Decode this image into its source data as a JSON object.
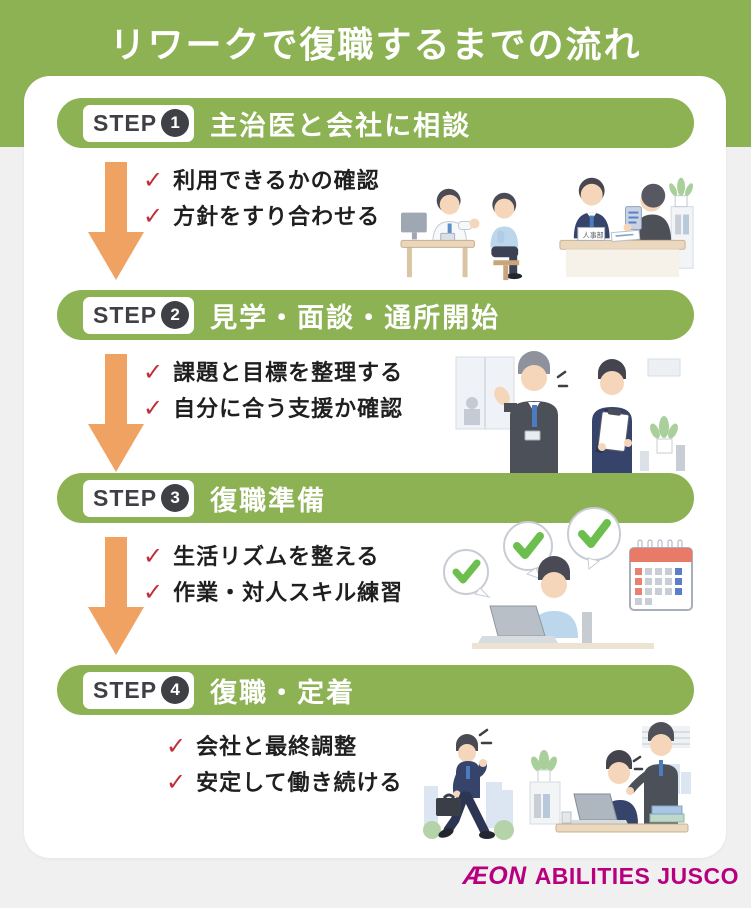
{
  "header": {
    "title": "リワークで復職するまでの流れ"
  },
  "ui": {
    "check_glyph": "✓"
  },
  "steps": [
    {
      "badge_label": "STEP",
      "number": "1",
      "title": "主治医と会社に相談",
      "items": [
        "利用できるかの確認",
        "方針をすり合わせる"
      ]
    },
    {
      "badge_label": "STEP",
      "number": "2",
      "title": "見学・面談・通所開始",
      "items": [
        "課題と目標を整理する",
        "自分に合う支援か確認"
      ]
    },
    {
      "badge_label": "STEP",
      "number": "3",
      "title": "復職準備",
      "items": [
        "生活リズムを整える",
        "作業・対人スキル練習"
      ]
    },
    {
      "badge_label": "STEP",
      "number": "4",
      "title": "復職・定着",
      "items": [
        "会社と最終調整",
        "安定して働き続ける"
      ]
    }
  ],
  "illustrations": {
    "hr_nameplate": "人事部"
  },
  "footer": {
    "logo_aeon": "ÆON",
    "logo_rest": "ABILITIES JUSCO"
  },
  "colors": {
    "green": "#8DB254",
    "orange_arrow": "#F0A263",
    "check_red": "#C1303A",
    "badge_dark": "#3F4046",
    "aeon_magenta": "#B8007E",
    "card_bg": "#FFFFFF",
    "page_bg": "#F0F0F0"
  }
}
